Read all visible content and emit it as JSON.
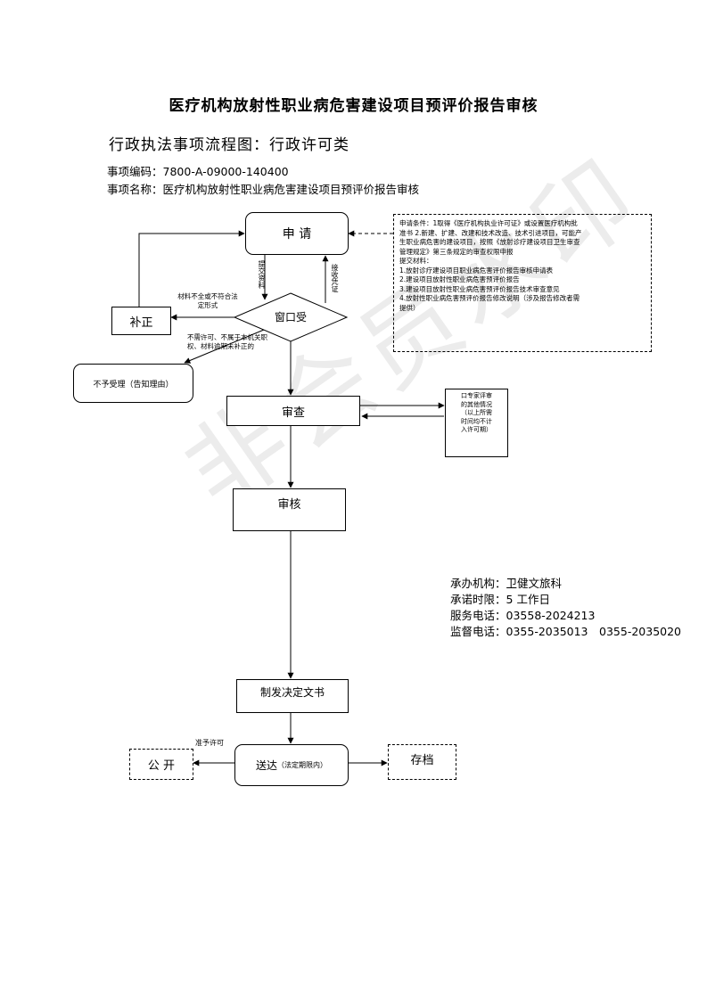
{
  "title": "医疗机构放射性职业病危害建设项目预评价报告审核",
  "subtitle": "行政执法事项流程图：行政许可类",
  "item_code_label": "事项编码：",
  "item_code": "7800-A-09000-140400",
  "item_name_label": "事项名称：",
  "item_name": "医疗机构放射性职业病危害建设项目预评价报告审核",
  "watermark": "非会员水印",
  "nodes": {
    "apply": "申 请",
    "window": "窗口受",
    "supplement": "补正",
    "reject": "不予受理（告知理由）",
    "review": "审查",
    "audit": "审核",
    "decision": "制发决定文书",
    "deliver": "送达",
    "deliver_note": "（法定期限内）",
    "publish": "公 开",
    "archive": "存档"
  },
  "labels": {
    "submit_materials": "提交资料",
    "receive_cert": "接收凭证",
    "incomplete": "材料不全或不符合法定形式",
    "not_permit": "不需许可、不属于本机关职权、材料逾期未补正的",
    "grant": "准予许可"
  },
  "conditions": [
    "申请条件：1取得《医疗机构执业许可证》或设置医疗机构批",
    "准书 2.新建、扩建、改建和技术改造、技术引进项目，可能产",
    "生职业病危害的建设项目，按照《放射诊疗建设项目卫生审查",
    "管理规定》第三条规定的审查权限申报",
    "提交材料：",
    "1.放射诊疗建设项目职业病危害评价报告审核申请表",
    "2.建设项目放射性职业病危害预评价报告",
    "3.建设项目放射性职业病危害预评价报告技术审查意见",
    "4.放射性职业病危害预评价报告修改说明（涉及报告修改者需",
    "提供）"
  ],
  "expert_note": [
    "口专家评审",
    "的其他情况",
    "（以上所需",
    "时间均不计",
    "入许可期）"
  ],
  "info": {
    "org_label": "承办机构：",
    "org": "卫健文旅科",
    "limit_label": "承诺时限：",
    "limit": "5 工作日",
    "service_label": "服务电话：",
    "service": "03558-2024213",
    "supervise_label": "监督电话：",
    "supervise": "0355-2035013　0355-2035020"
  }
}
